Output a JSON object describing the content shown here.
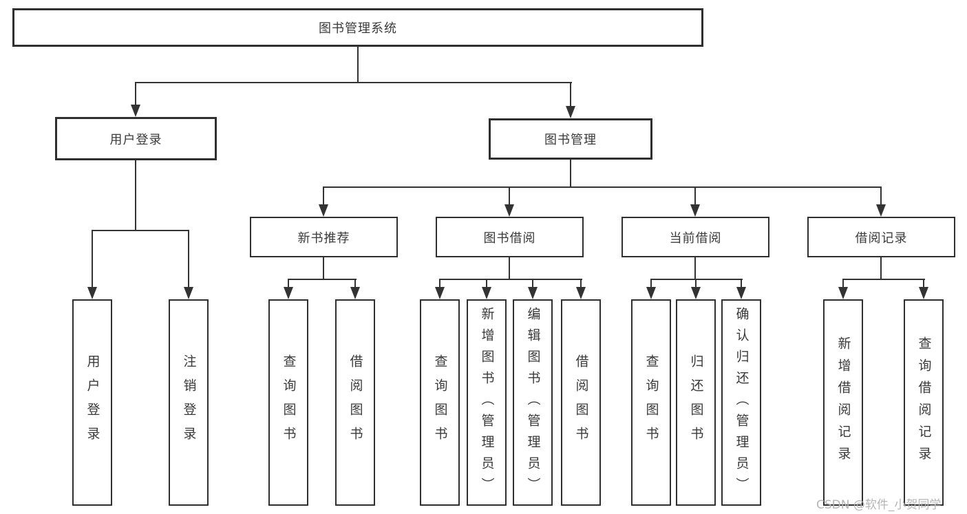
{
  "diagram_title": "图书管理系统",
  "nodes": {
    "root": "图书管理系统",
    "user_login": "用户登录",
    "book_mgmt": "图书管理",
    "new_book_rec": "新书推荐",
    "book_borrow": "图书借阅",
    "current_borrow": "当前借阅",
    "borrow_records": "借阅记录",
    "ul_user_login": "用户登录",
    "ul_logout": "注销登录",
    "nbr_query_books": "查询图书",
    "nbr_borrow_books": "借阅图书",
    "bb_query_books": "查询图书",
    "bb_add_books": "新增图书（管理员）",
    "bb_edit_books": "编辑图书（管理员）",
    "bb_borrow_books": "借阅图书",
    "cb_query_books": "查询图书",
    "cb_return_books": "归还图书",
    "cb_confirm_return": "确认归还（管理员）",
    "br_add_record": "新增借阅记录",
    "br_query_record": "查询借阅记录"
  },
  "hierarchy": {
    "label": "图书管理系统",
    "children": [
      {
        "label": "用户登录",
        "children": [
          {
            "label": "用户登录"
          },
          {
            "label": "注销登录"
          }
        ]
      },
      {
        "label": "图书管理",
        "children": [
          {
            "label": "新书推荐",
            "children": [
              {
                "label": "查询图书"
              },
              {
                "label": "借阅图书"
              }
            ]
          },
          {
            "label": "图书借阅",
            "children": [
              {
                "label": "查询图书"
              },
              {
                "label": "新增图书（管理员）"
              },
              {
                "label": "编辑图书（管理员）"
              },
              {
                "label": "借阅图书"
              }
            ]
          },
          {
            "label": "当前借阅",
            "children": [
              {
                "label": "查询图书"
              },
              {
                "label": "归还图书"
              },
              {
                "label": "确认归还（管理员）"
              }
            ]
          },
          {
            "label": "借阅记录",
            "children": [
              {
                "label": "新增借阅记录"
              },
              {
                "label": "查询借阅记录"
              }
            ]
          }
        ]
      }
    ]
  },
  "watermark": "CSDN @软件_小贺同学",
  "colors": {
    "line": "#333333",
    "box_border": "#2f2f2f",
    "text": "#3a3a3a",
    "watermark": "#b5b5b5",
    "background": "#ffffff"
  }
}
